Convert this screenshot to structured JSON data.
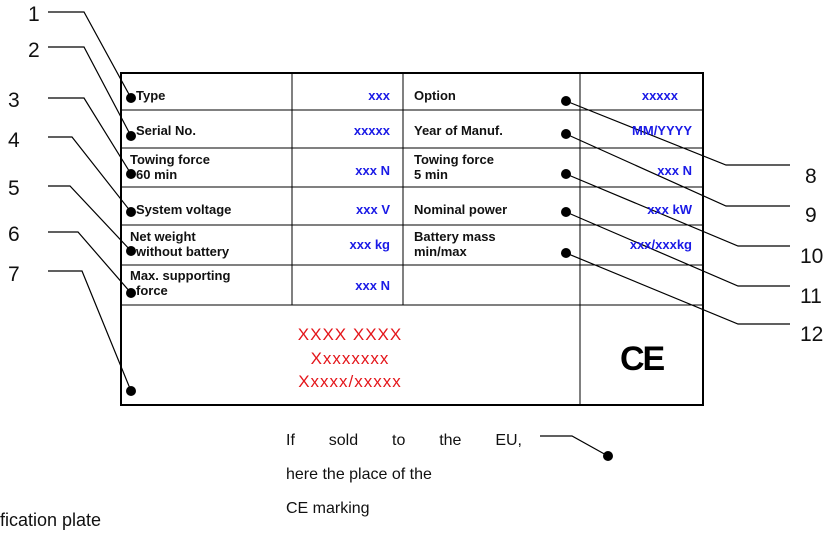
{
  "numbers": [
    "1",
    "2",
    "3",
    "4",
    "5",
    "6",
    "7",
    "8",
    "9",
    "10",
    "11",
    "12"
  ],
  "rows": [
    {
      "label": "Type",
      "value": "xxx",
      "label2": "Option",
      "value2": "xxxxx"
    },
    {
      "label": "Serial No.",
      "value": "xxxxx",
      "label2": "Year of Manuf.",
      "value2": "MM/YYYY"
    },
    {
      "label": "Towing force",
      "label_b": "60 min",
      "value": "xxx N",
      "label2": "Towing force",
      "label2_b": "5 min",
      "value2": "xxx N"
    },
    {
      "label": "System voltage",
      "value": "xxx V",
      "label2": "Nominal power",
      "value2": "xxx kW"
    },
    {
      "label": "Net weight",
      "label_b": "without battery",
      "value": "xxx kg",
      "label2": "Battery mass",
      "label2_b": "min/max",
      "value2": "xxx/xxxkg"
    },
    {
      "label": "Max. supporting",
      "label_b": "force",
      "value": "xxx N",
      "label2": "",
      "value2": ""
    }
  ],
  "manufacturer": [
    "XXXX XXXX",
    "Xxxxxxxx",
    "Xxxxx/xxxxx"
  ],
  "ce_mark": "CE",
  "note": [
    "If sold to the EU,",
    "here the place of the",
    "CE marking"
  ],
  "caption_fragment": "fication plate"
}
